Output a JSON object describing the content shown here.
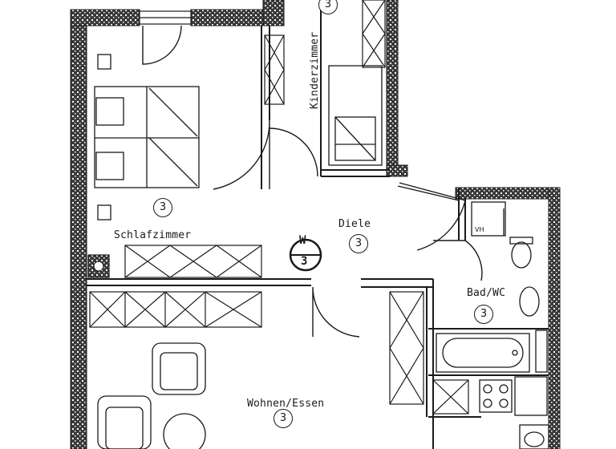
{
  "rooms": {
    "schlafzimmer": {
      "label": "Schlafzimmer",
      "number": "3"
    },
    "kinderzimmer": {
      "label": "Kinderzimmer",
      "number": "3"
    },
    "diele": {
      "label": "Diele",
      "number": "3"
    },
    "bad_wc": {
      "label": "Bad/WC",
      "number": "3"
    },
    "wohnen_essen": {
      "label": "Wohnen/Essen",
      "number": "3"
    }
  },
  "symbols": {
    "w3_letter": "W",
    "w3_number": "3",
    "vh_label": "VH"
  },
  "colors": {
    "wall_hatch": "#2a2a2a",
    "line": "#1a1a1a",
    "paper": "#ffffff"
  }
}
